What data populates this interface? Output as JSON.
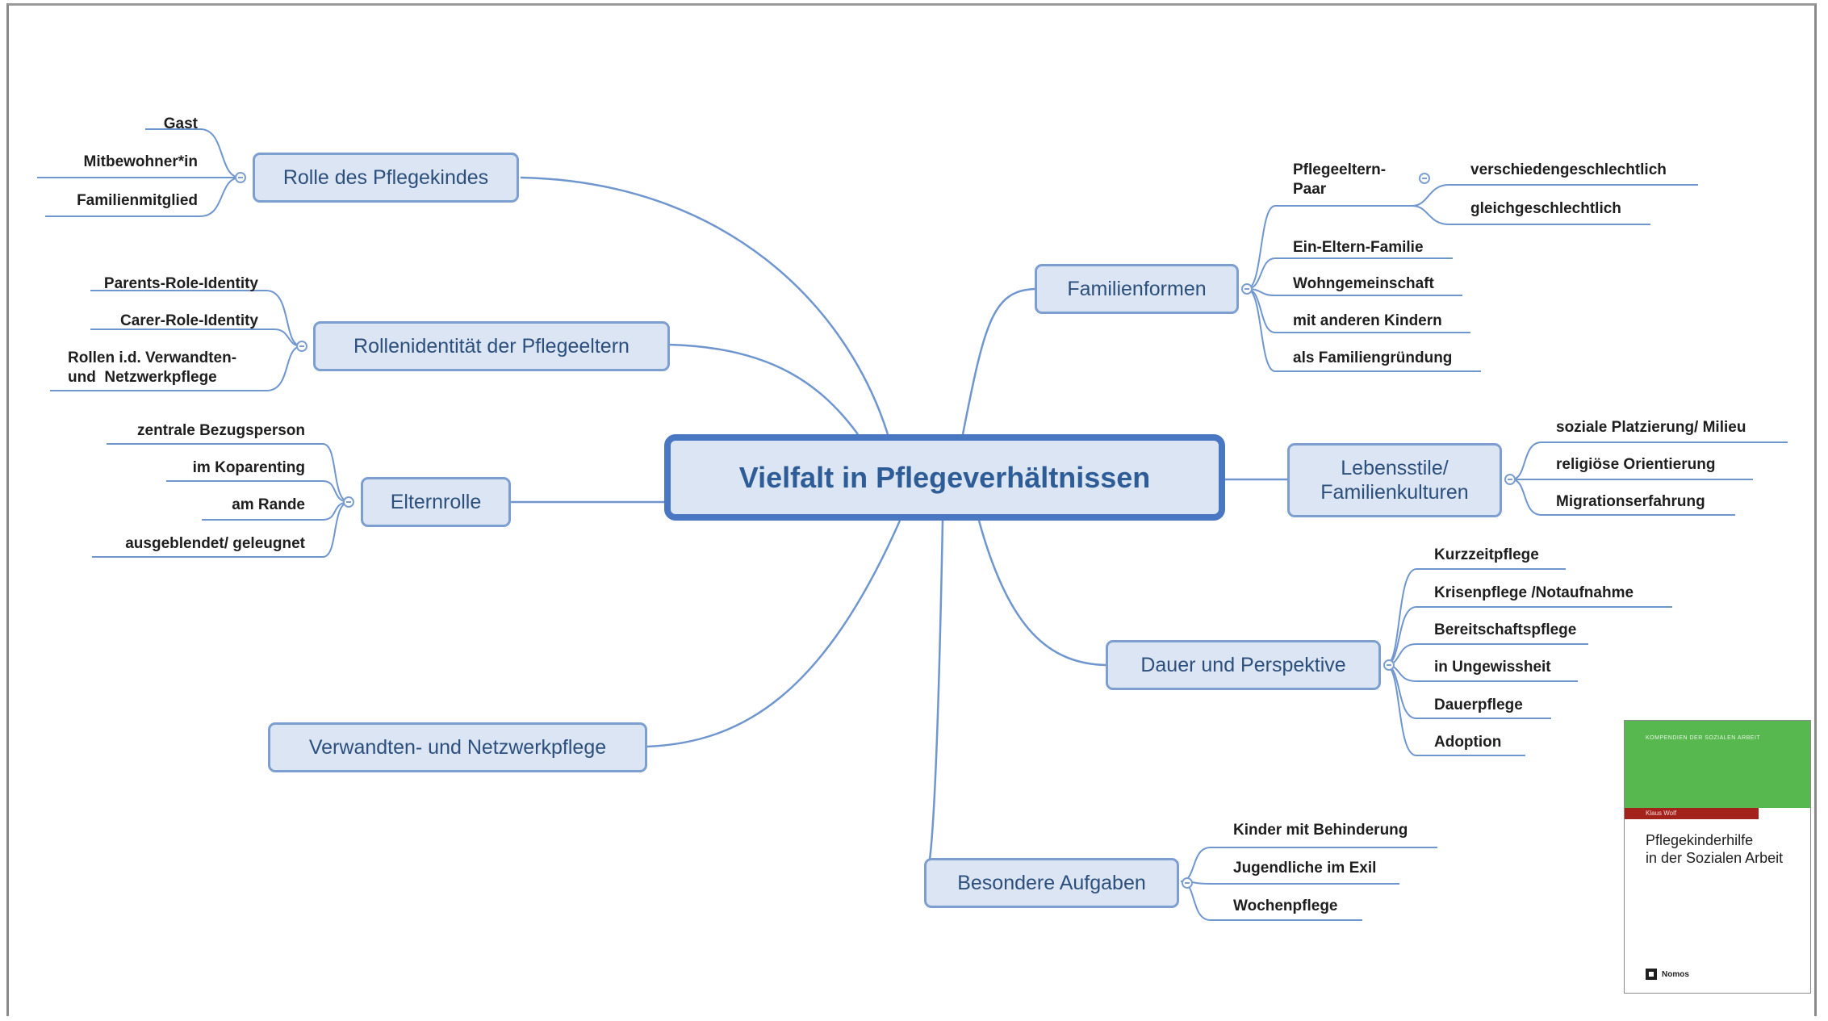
{
  "center": "Vielfalt in Pflegeverhältnissen",
  "branches": {
    "rolle": {
      "label": "Rolle des Pflegekindes",
      "items": [
        "Gast",
        "Mitbewohner*in",
        "Familienmitglied"
      ]
    },
    "rollenidentitaet": {
      "label": "Rollenidentität der Pflegeeltern",
      "items": [
        "Parents-Role-Identity",
        "Carer-Role-Identity",
        "Rollen i.d. Verwandten-\nund  Netzwerkpflege"
      ]
    },
    "elternrolle": {
      "label": "Elternrolle",
      "items": [
        "zentrale Bezugsperson",
        "im Koparenting",
        "am Rande",
        "ausgeblendet/ geleugnet"
      ]
    },
    "verwandten": {
      "label": "Verwandten- und Netzwerkpflege"
    },
    "familienformen": {
      "label": "Familienformen",
      "items": [
        "Pflegeeltern-\nPaar",
        "Ein-Eltern-Familie",
        "Wohngemeinschaft",
        "mit anderen Kindern",
        "als Familiengründung"
      ],
      "paar_items": [
        "verschiedengeschlechtlich",
        "gleichgeschlechtlich"
      ]
    },
    "lebensstile": {
      "label": "Lebensstile/\nFamilienkulturen",
      "items": [
        "soziale Platzierung/ Milieu",
        "religiöse Orientierung",
        "Migrationserfahrung"
      ]
    },
    "dauer": {
      "label": "Dauer und Perspektive",
      "items": [
        "Kurzzeitpflege",
        "Krisenpflege /Notaufnahme",
        "Bereitschaftspflege",
        "in Ungewissheit",
        "Dauerpflege",
        "Adoption"
      ]
    },
    "besondere": {
      "label": "Besondere Aufgaben",
      "items": [
        "Kinder mit Behinderung",
        "Jugendliche im Exil",
        "Wochenpflege"
      ]
    }
  },
  "book": {
    "series": "KOMPENDIEN DER SOZIALEN ARBEIT",
    "author": "Klaus Wolf",
    "title": "Pflegekinderhilfe\nin der Sozialen Arbeit",
    "publisher": "Nomos"
  },
  "colors": {
    "node_fill": "#dbe5f3",
    "node_border": "#7d9fd0",
    "center_border": "#4a77c2",
    "link": "#6f96cf",
    "book_green": "#57b84f",
    "book_red": "#a3221c"
  }
}
